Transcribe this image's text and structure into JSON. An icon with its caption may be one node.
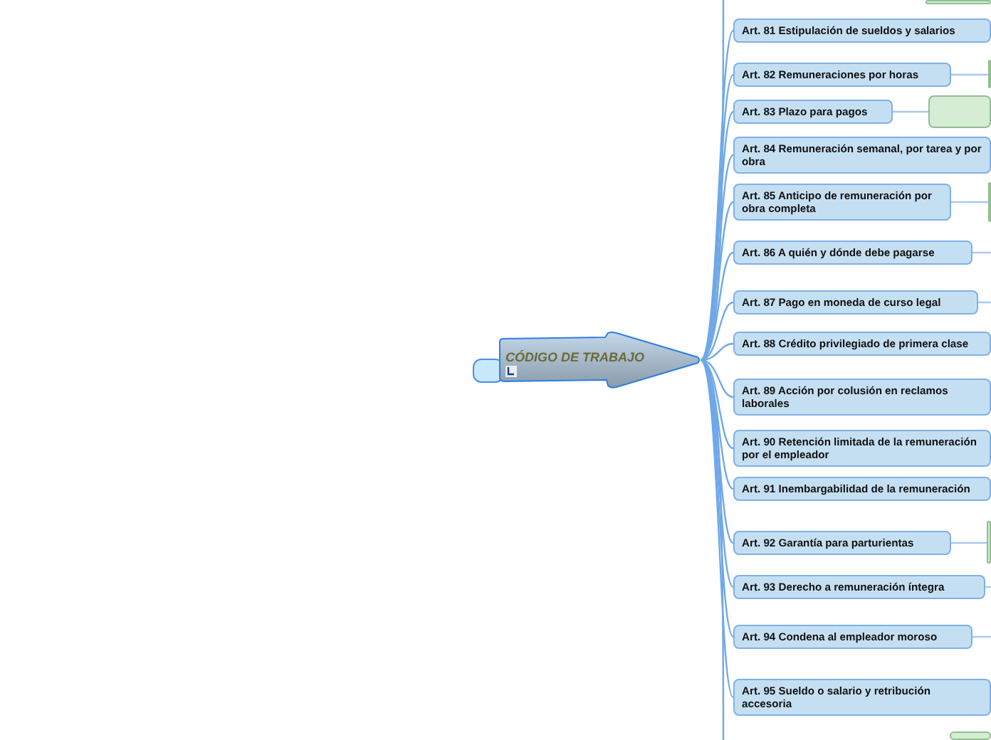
{
  "diagram": {
    "nodes": [
      {
        "text": [],
        "shape": "box"
      },
      {
        "text": [
          "CÓDIGO DE TRABAJO"
        ]
      },
      {
        "text": [
          "Art. 81 Estipulación de sueldos y salarios"
        ]
      },
      {
        "text": [
          "Art. 82 Remuneraciones por horas"
        ]
      },
      {
        "text": [
          "Art. 83 Plazo para pagos"
        ]
      },
      {
        "text": [
          "Art. 84 Remuneración semanal, por tarea y por obra"
        ]
      },
      {
        "text": [
          "Art. 85 Anticipo de remuneración por obra completa"
        ]
      },
      {
        "text": [
          "Art. 86 A quién y dónde debe pagarse"
        ]
      },
      {
        "text": [
          "Art. 87 Pago en moneda de curso legal"
        ]
      },
      {
        "text": [
          "Art. 88 Crédito privilegiado de primera clase"
        ]
      },
      {
        "text": [
          "Art. 89 Acción por colusión en reclamos laborales"
        ]
      },
      {
        "text": [
          "Art. 90 Retención limitada de la remuneración por el empleador"
        ]
      },
      {
        "text": [
          "Art. 91 Inembargabilidad de la remuneración"
        ]
      },
      {
        "text": [
          "Art. 92 Garantía para parturientas"
        ]
      },
      {
        "text": [
          "Art. 93 Derecho a remuneración íntegra"
        ]
      },
      {
        "text": [
          "Art. 94 Condena al empleador moroso"
        ]
      },
      {
        "text": [
          "Art. 95 Sueldo o salario y retribución accesoria"
        ]
      },
      {
        "text": [],
        "shape": "box"
      },
      {
        "text": [],
        "shape": "box"
      },
      {
        "text": [],
        "shape": "box"
      },
      {
        "text": [],
        "shape": "box"
      },
      {
        "text": [],
        "shape": "box"
      },
      {
        "text": [],
        "shape": "box"
      }
    ],
    "edges": [
      {
        "from": 1,
        "to": 2,
        "arrow": "none"
      },
      {
        "from": 1,
        "to": 3,
        "arrow": "none"
      },
      {
        "from": 1,
        "to": 4,
        "arrow": "none"
      },
      {
        "from": 1,
        "to": 5,
        "arrow": "none"
      },
      {
        "from": 1,
        "to": 6,
        "arrow": "none"
      },
      {
        "from": 1,
        "to": 7,
        "arrow": "none"
      },
      {
        "from": 1,
        "to": 8,
        "arrow": "none"
      },
      {
        "from": 1,
        "to": 9,
        "arrow": "none"
      },
      {
        "from": 1,
        "to": 10,
        "arrow": "none"
      },
      {
        "from": 1,
        "to": 11,
        "arrow": "none"
      },
      {
        "from": 1,
        "to": 12,
        "arrow": "none"
      },
      {
        "from": 1,
        "to": 13,
        "arrow": "none"
      },
      {
        "from": 1,
        "to": 14,
        "arrow": "none"
      },
      {
        "from": 1,
        "to": 15,
        "arrow": "none"
      },
      {
        "from": 1,
        "to": 16,
        "arrow": "none"
      },
      {
        "from": 1,
        "to": null,
        "arrow": "none"
      },
      {
        "from": 1,
        "to": null,
        "arrow": "none"
      },
      {
        "from": 3,
        "to": 18,
        "arrow": "none"
      },
      {
        "from": 4,
        "to": 19,
        "arrow": "none"
      },
      {
        "from": 6,
        "to": 20,
        "arrow": "none"
      },
      {
        "from": 13,
        "to": 21,
        "arrow": "none"
      },
      {
        "from": 7,
        "to": null,
        "arrow": "none"
      },
      {
        "from": 8,
        "to": null,
        "arrow": "none"
      },
      {
        "from": 14,
        "to": null,
        "arrow": "none"
      },
      {
        "from": 15,
        "to": null,
        "arrow": "none"
      }
    ]
  }
}
